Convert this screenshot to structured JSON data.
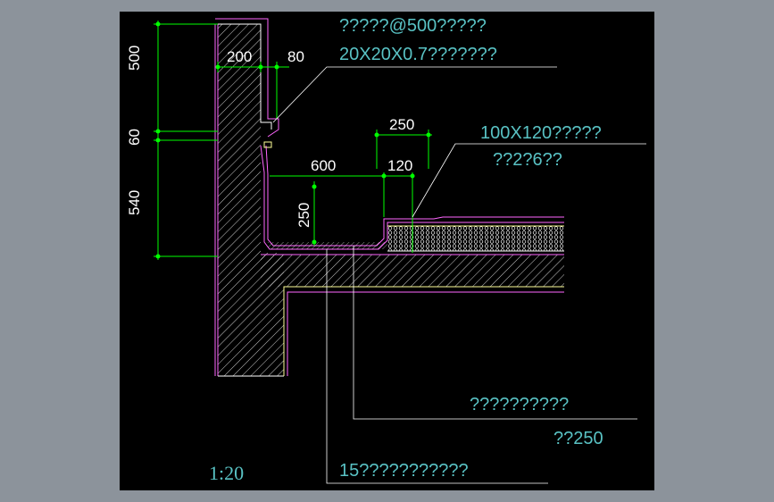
{
  "drawing": {
    "scale_label": "1:20",
    "dimensions": {
      "d500": "500",
      "d60": "60",
      "d540": "540",
      "d200": "200",
      "d80": "80",
      "d250_top": "250",
      "d600": "600",
      "d120": "120",
      "d250_vert": "250"
    },
    "notes": {
      "note1_line1": "?????@500?????",
      "note1_line2": "20X20X0.7???????",
      "note2_line1": "100X120?????",
      "note2_line2": "??2?6??",
      "note3_line1": "??????????",
      "note3_line2": "??250",
      "note4": "15???????????"
    },
    "colors": {
      "canvas_bg": "#000000",
      "frame_bg": "#8c939b",
      "dimension_line": "#00ff00",
      "outline_magenta": "#ff66ff",
      "inner_yellow": "#ffff99",
      "hatch_white": "#ffffff",
      "text_cyan": "#59c2c4",
      "text_white": "#ffffff"
    }
  }
}
